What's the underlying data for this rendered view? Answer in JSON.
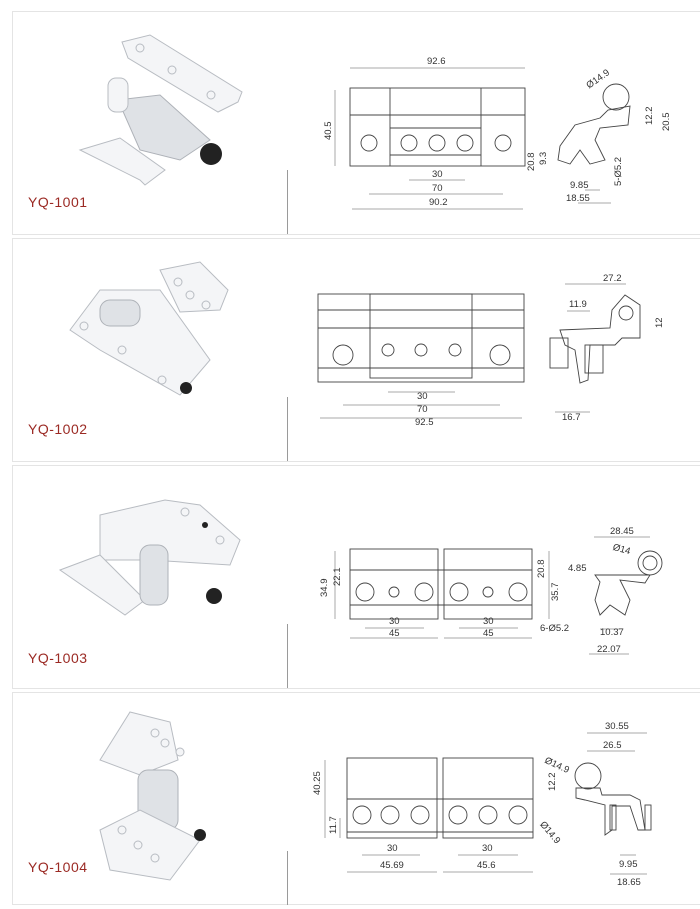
{
  "products": [
    {
      "model": "YQ-1001",
      "dims": [
        "92.6",
        "40.5",
        "30",
        "70",
        "90.2",
        "Ø14.9",
        "12.2",
        "20.5",
        "20.8",
        "9.3",
        "5-Ø5.2",
        "9.85",
        "18.55"
      ]
    },
    {
      "model": "YQ-1002",
      "dims": [
        "27.2",
        "11.9",
        "12",
        "30",
        "70",
        "92.5",
        "16.7"
      ]
    },
    {
      "model": "YQ-1003",
      "dims": [
        "34.9",
        "22.1",
        "20.8",
        "35.7",
        "30",
        "45",
        "30",
        "45",
        "6-Ø5.2",
        "28.45",
        "Ø14",
        "4.85",
        "10.37",
        "22.07"
      ]
    },
    {
      "model": "YQ-1004",
      "dims": [
        "40.25",
        "11.7",
        "30",
        "45.69",
        "30",
        "45.6",
        "Ø14.9",
        "Ø14.9",
        "12.2",
        "30.55",
        "26.5",
        "9.95",
        "18.65"
      ]
    }
  ]
}
